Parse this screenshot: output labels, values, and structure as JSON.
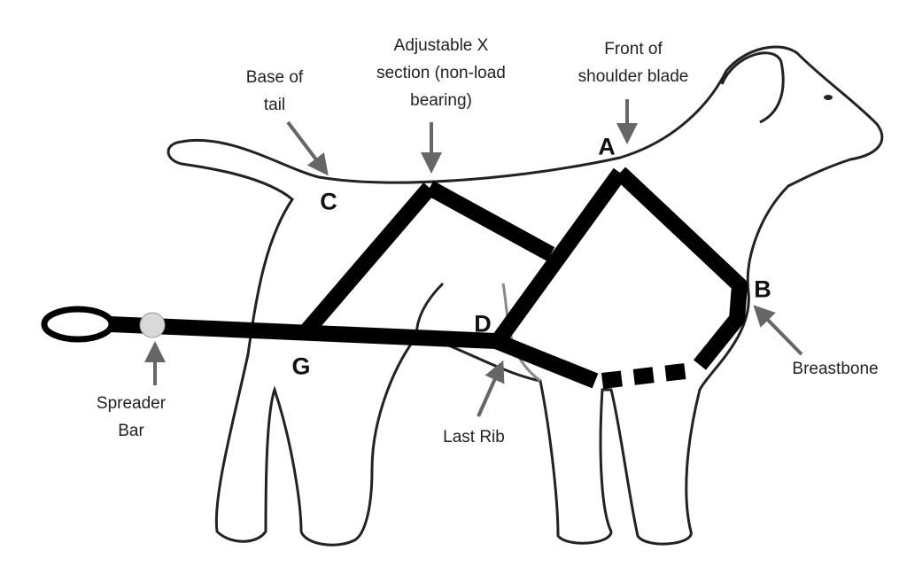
{
  "labels": {
    "base_of_tail": [
      "Base of",
      "tail"
    ],
    "adjustable_x": [
      "Adjustable X",
      "section (non-load",
      "bearing)"
    ],
    "front_shoulder": [
      "Front of",
      "shoulder blade"
    ],
    "breastbone": "Breastbone",
    "spreader_bar": [
      "Spreader",
      "Bar"
    ],
    "last_rib": "Last Rib"
  },
  "points": {
    "a": "A",
    "b": "B",
    "c": "C",
    "d": "D",
    "g": "G"
  },
  "colors": {
    "harness": "#000000",
    "arrow": "#666666",
    "outline": "#222222",
    "spreader": "#d9d9d9"
  }
}
